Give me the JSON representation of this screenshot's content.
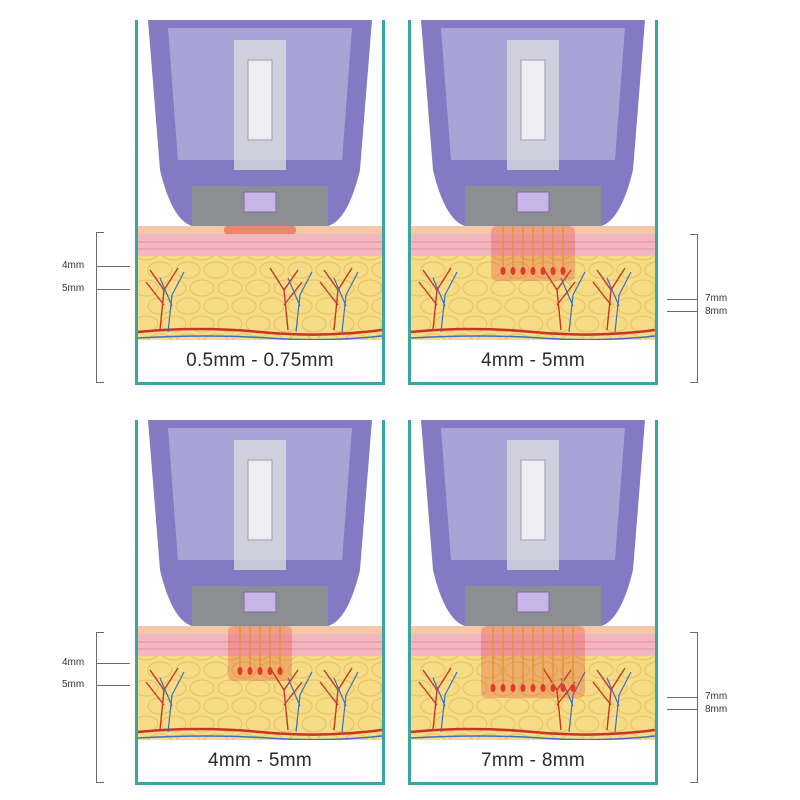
{
  "panels": [
    {
      "caption": "0.5mm - 0.75mm"
    },
    {
      "caption": "4mm - 5mm"
    },
    {
      "caption": "4mm - 5mm"
    },
    {
      "caption": "7mm - 8mm"
    }
  ],
  "depth_labels": {
    "left_a": "4mm",
    "left_b": "5mm",
    "right_a": "7mm",
    "right_b": "8mm"
  },
  "colors": {
    "frame": "#3aa5a3",
    "device_purple": "#6f63b8",
    "skin_pink": "#f3b7c0",
    "fat_yellow": "#f6dc86",
    "vessel_red": "#c8342b",
    "vessel_blue": "#3a6fc4",
    "needle_red": "#e23a2a"
  }
}
